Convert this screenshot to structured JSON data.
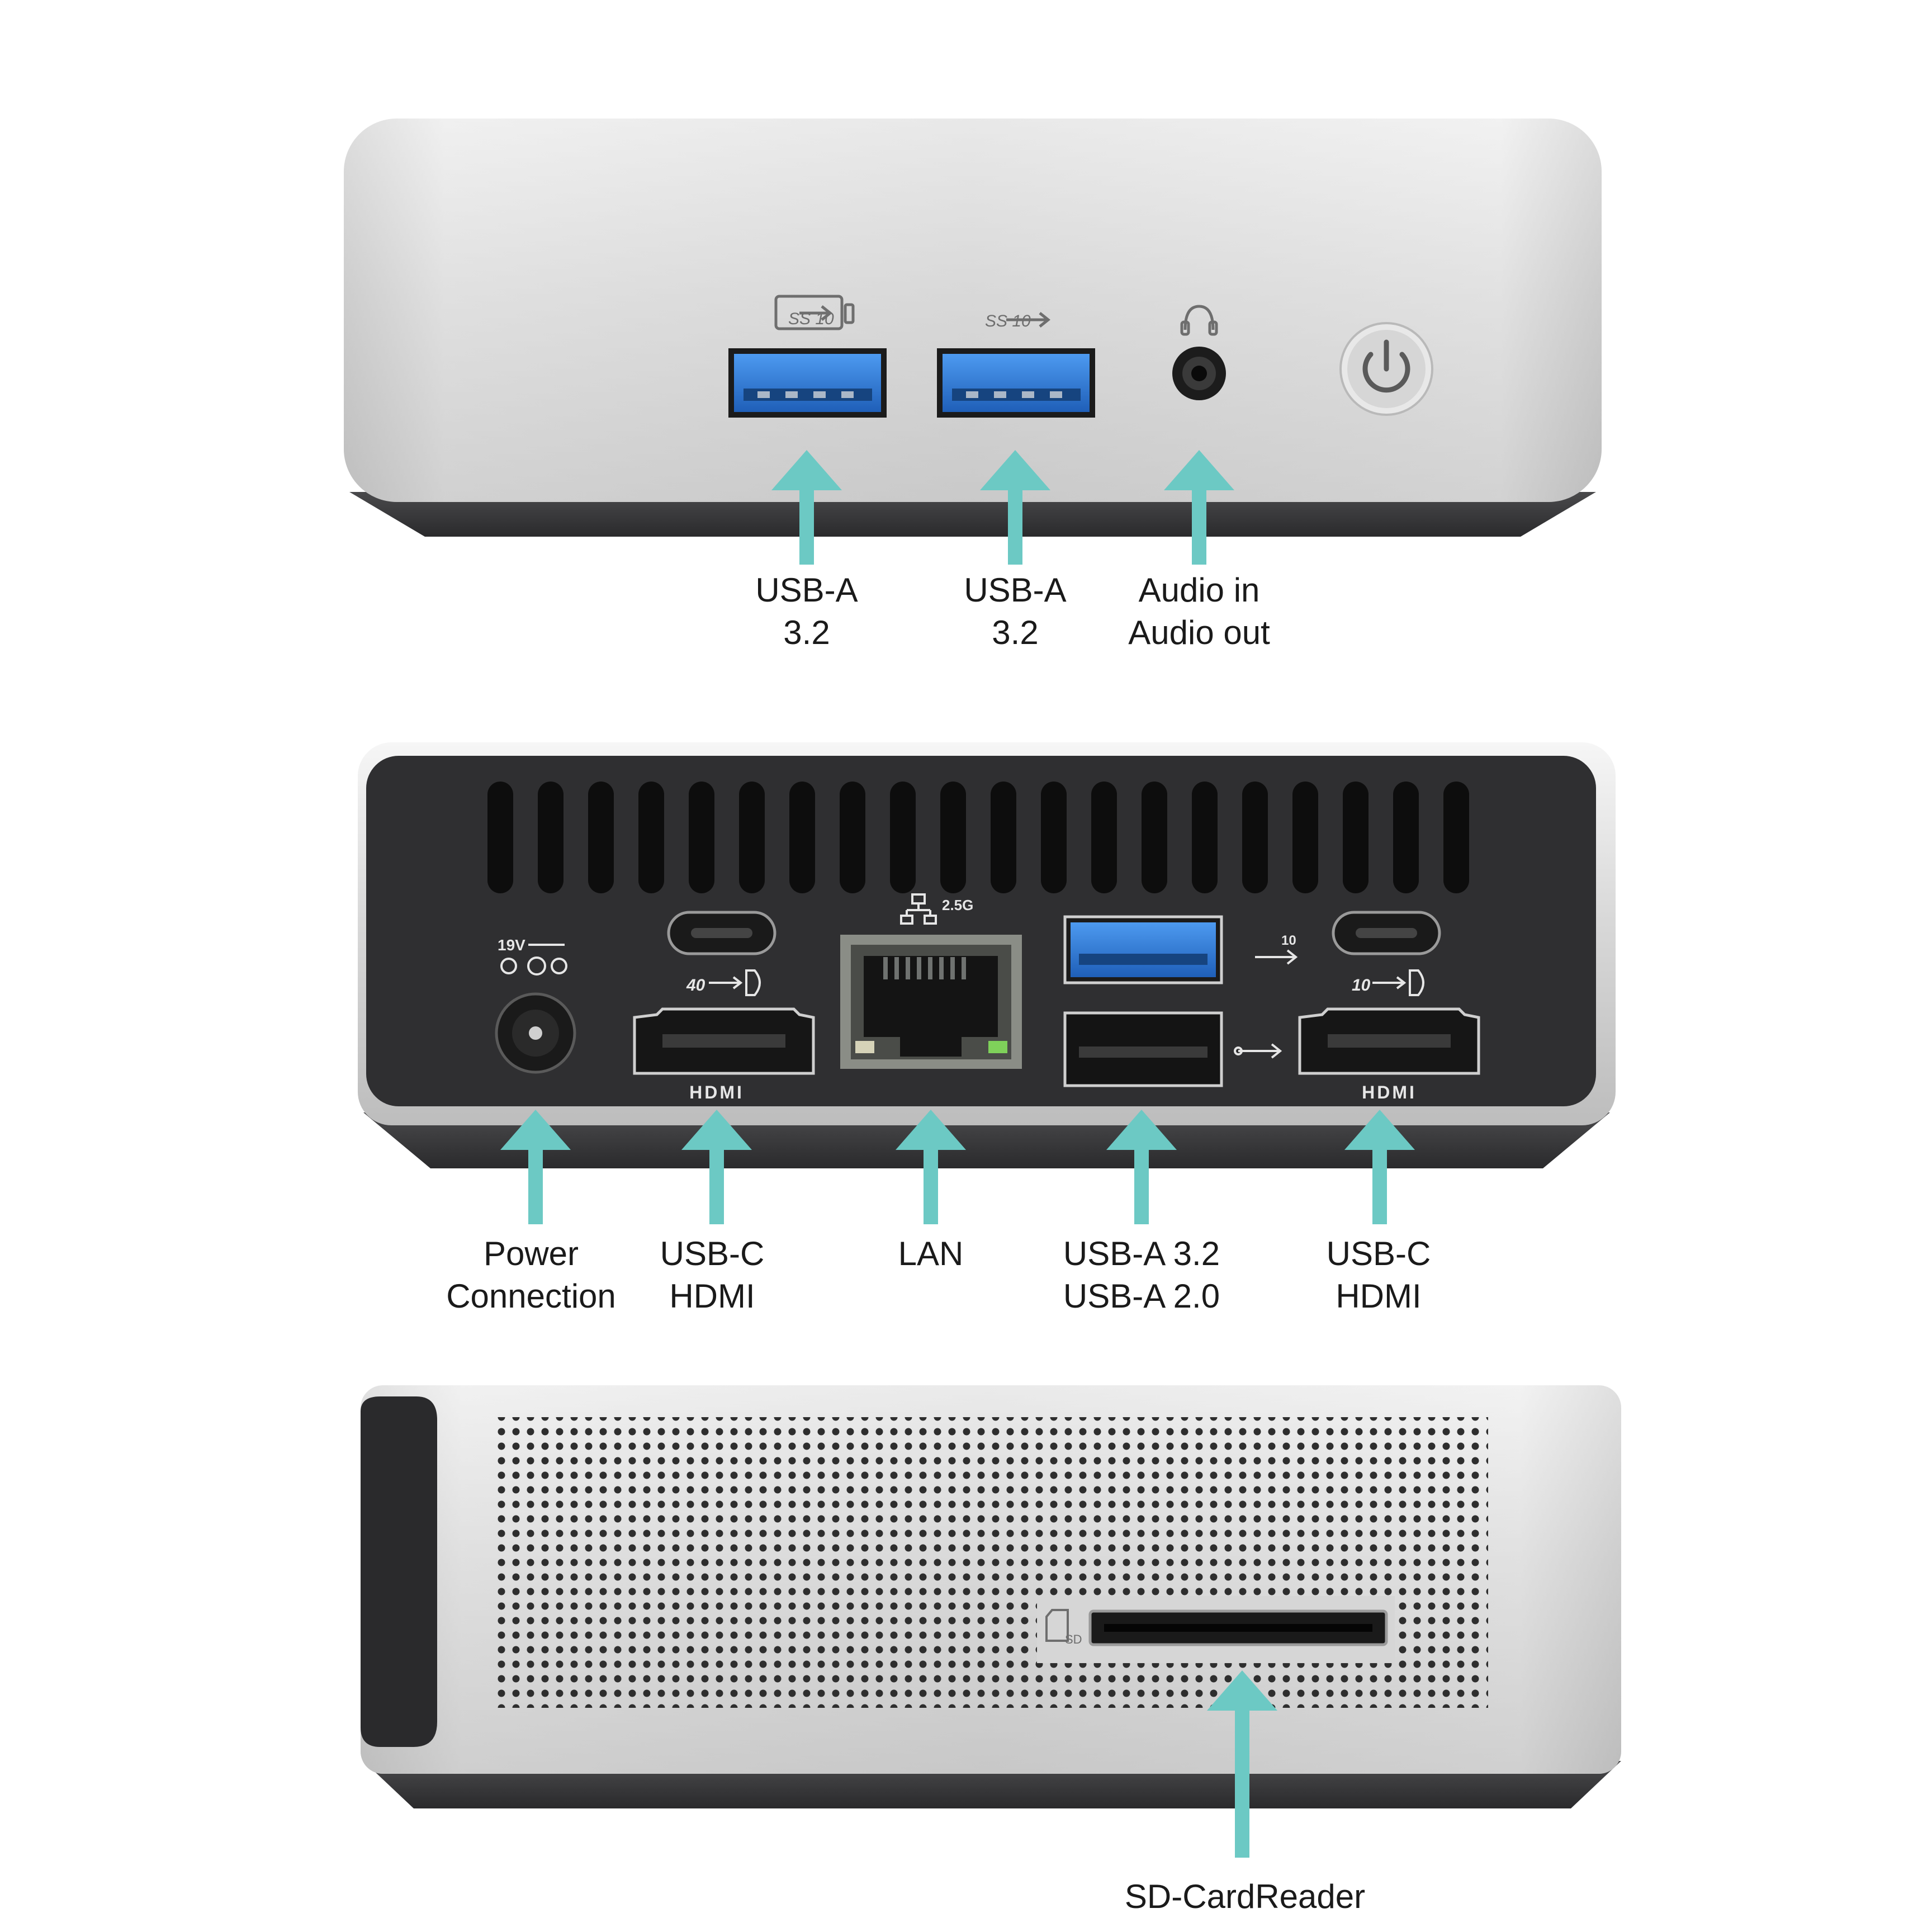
{
  "colors": {
    "arrow": "#6cc9c4",
    "silver_light": "#f2f2f2",
    "silver_mid": "#c9c9c9",
    "housing_dark": "#2b2b2d",
    "usb3_blue": "#2f7fd9",
    "label_text": "#1a1a1a"
  },
  "icons": {
    "front_usb_left": "usb-ss10-battery-icon",
    "front_usb_right": "usb-ss10-icon",
    "audio": "headset-icon",
    "power": "power-icon",
    "dc_in": "dc-power-polarity-icon",
    "thunderbolt": "usb4-40-displayport-icon",
    "lan": "network-icon",
    "usb_ss": "usb-ss10-icon",
    "usb_2": "usb-icon",
    "usb_c_10": "usb-10-displayport-icon",
    "sd": "sd-card-icon"
  },
  "front_view": {
    "port_mark_left": "SS 10",
    "port_mark_right": "SS 10",
    "labels": [
      {
        "lines": [
          "USB-A",
          "3.2"
        ]
      },
      {
        "lines": [
          "USB-A",
          "3.2"
        ]
      },
      {
        "lines": [
          "Audio in",
          "Audio out"
        ]
      }
    ]
  },
  "back_view": {
    "dc_rating": "19V",
    "lan_speed": "2.5G",
    "tb_mark": "40",
    "usbc_mark": "10",
    "usb_ss_mark": "10",
    "hdmi_text": "HDMI",
    "labels": [
      {
        "lines": [
          "Power",
          "Connection"
        ]
      },
      {
        "lines": [
          "USB-C",
          "HDMI"
        ]
      },
      {
        "lines": [
          "LAN"
        ]
      },
      {
        "lines": [
          "USB-A 3.2",
          "USB-A 2.0"
        ]
      },
      {
        "lines": [
          "USB-C",
          "HDMI"
        ]
      }
    ]
  },
  "side_view": {
    "sd_mark": "SD",
    "labels": [
      {
        "lines": [
          "SD-CardReader"
        ]
      }
    ]
  }
}
